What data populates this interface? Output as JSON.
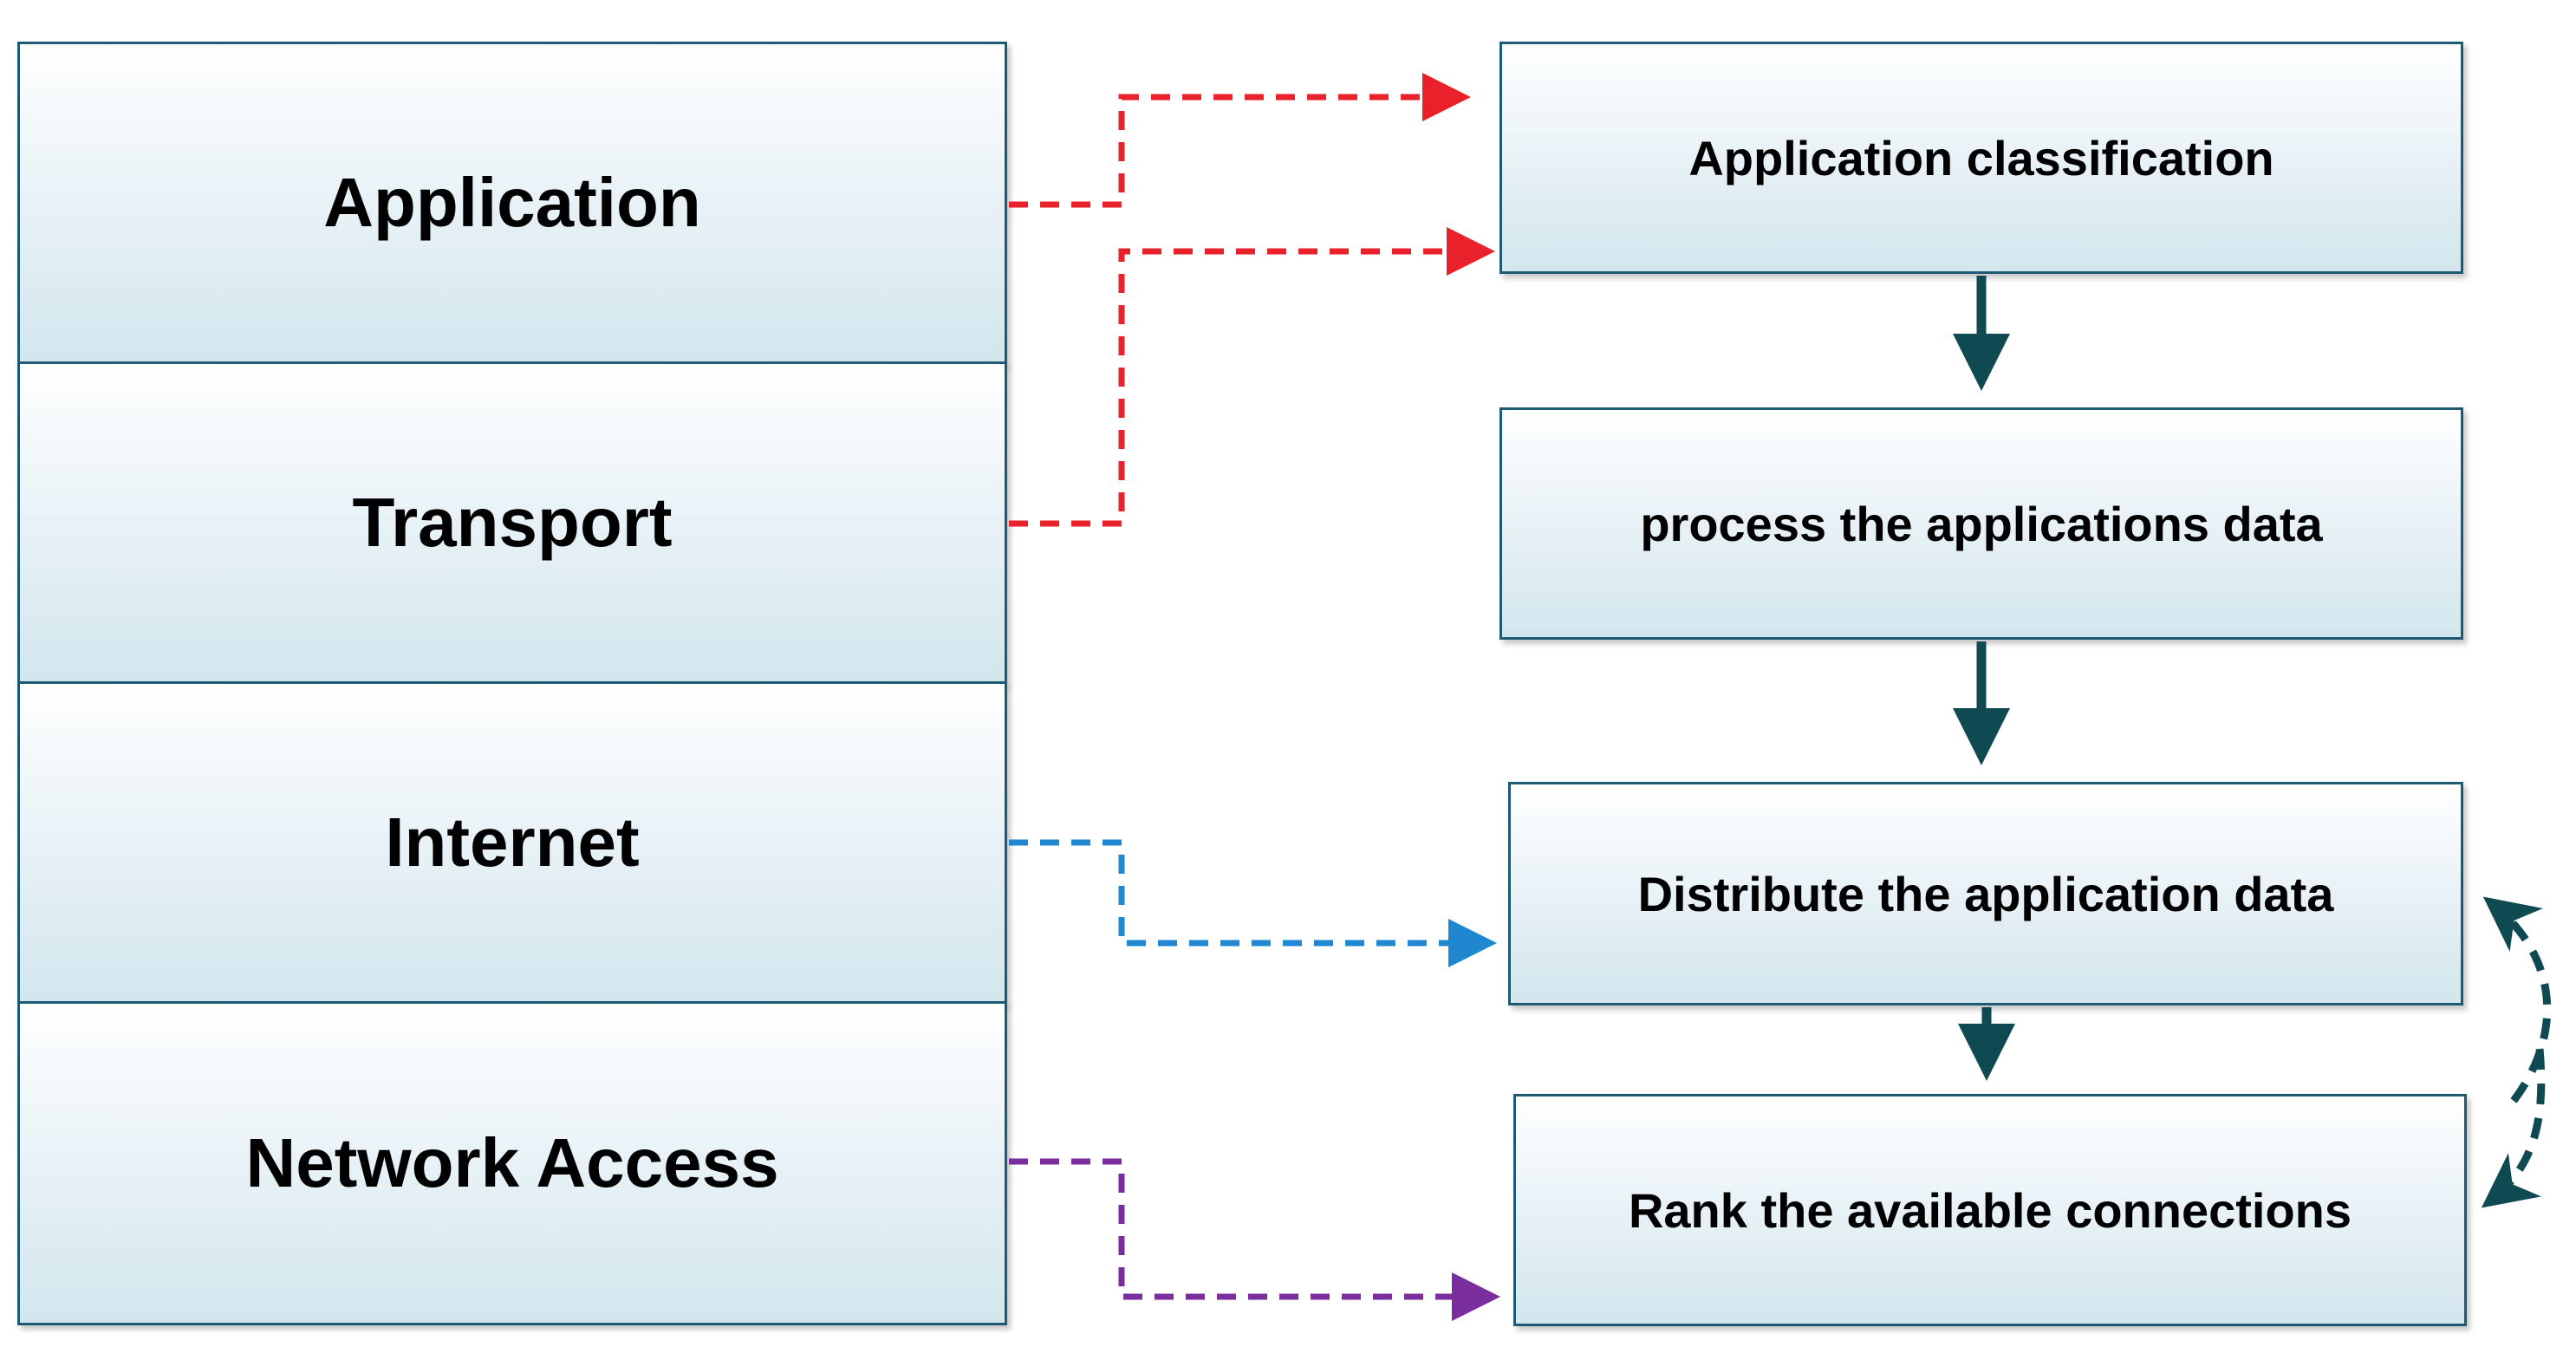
{
  "layers": [
    {
      "label": "Application"
    },
    {
      "label": "Transport"
    },
    {
      "label": "Internet"
    },
    {
      "label": "Network Access"
    }
  ],
  "steps": [
    {
      "label": "Application classification"
    },
    {
      "label": "process the applications data"
    },
    {
      "label": "Distribute the application data"
    },
    {
      "label": "Rank the available connections"
    }
  ],
  "colors": {
    "box_border": "#1f5a75",
    "solid_arrow": "#0f4a52",
    "application_arrow": "#e8212b",
    "transport_arrow": "#e8212b",
    "internet_arrow": "#1f86d0",
    "network_access_arrow": "#7a2e9e",
    "feedback_arrow": "#0f4a52"
  }
}
